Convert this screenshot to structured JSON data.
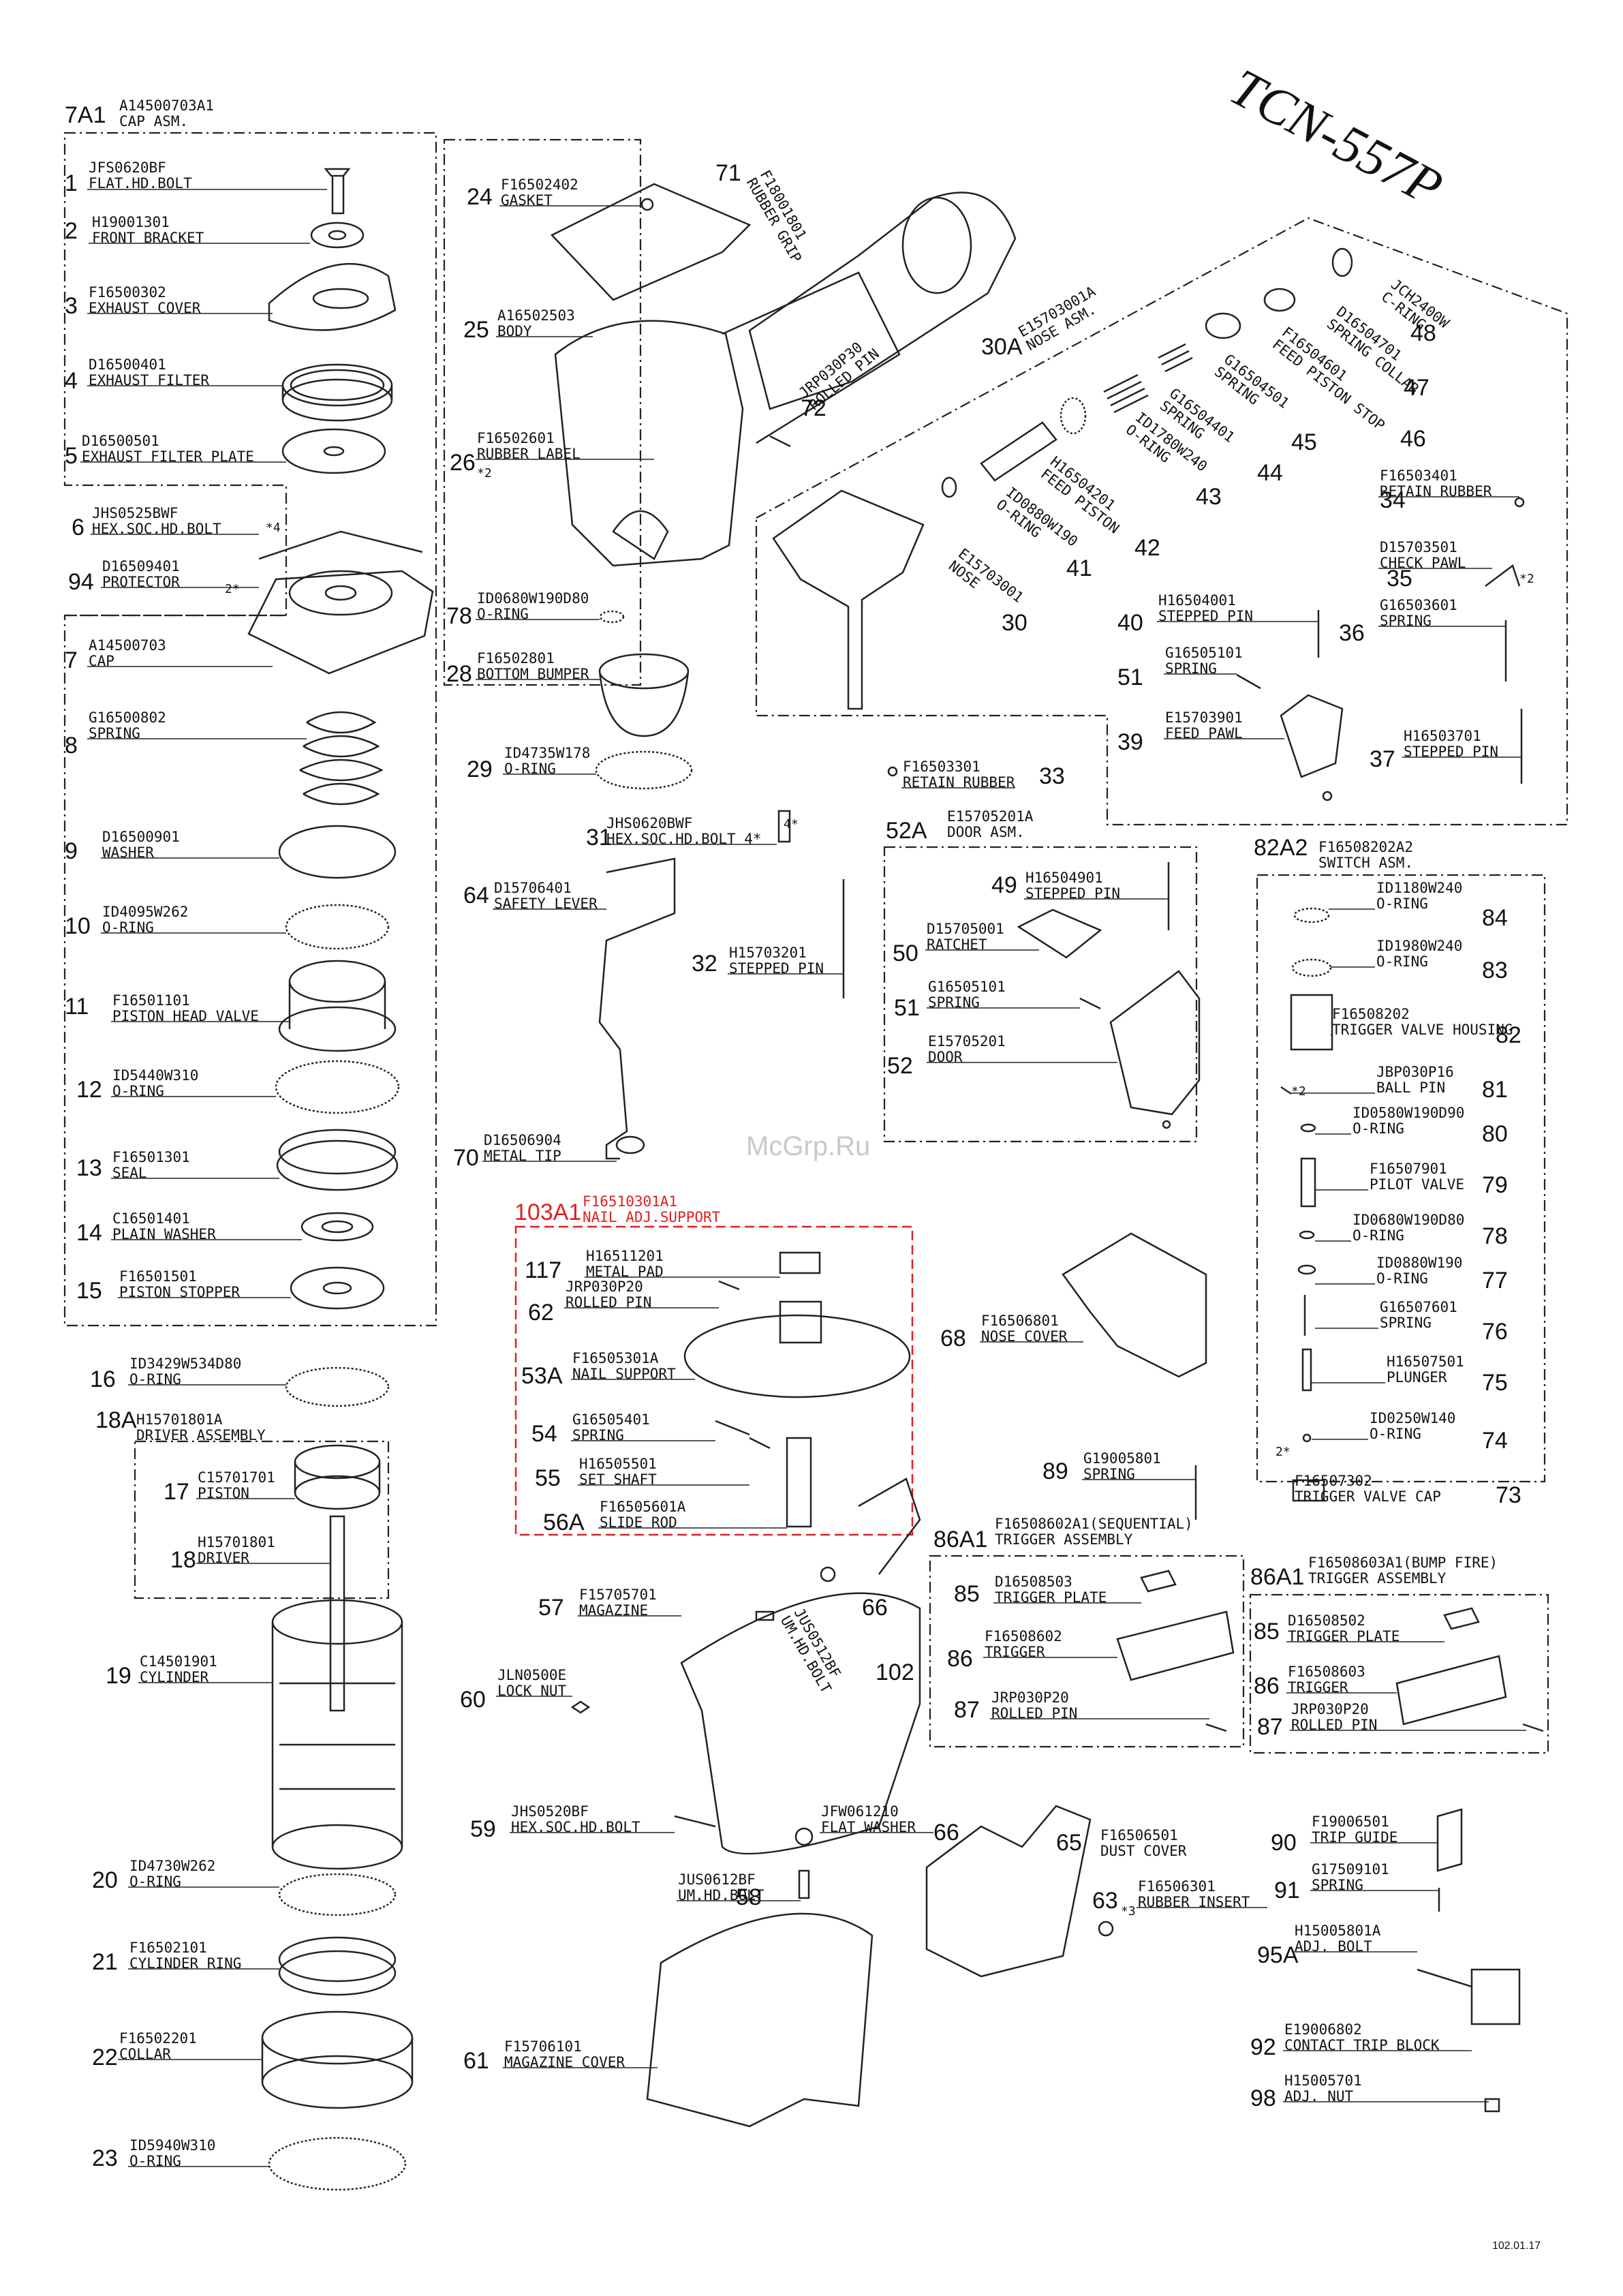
{
  "title": "TCN-557P",
  "watermark": "McGrp.Ru",
  "footer": "102.01.17",
  "parts": [
    {
      "num": "7A1",
      "code": "A14500703A1",
      "name": "CAP ASM."
    },
    {
      "num": "1",
      "code": "JFS0620BF",
      "name": "FLAT.HD.BOLT"
    },
    {
      "num": "2",
      "code": "H19001301",
      "name": "FRONT BRACKET"
    },
    {
      "num": "3",
      "code": "F16500302",
      "name": "EXHAUST COVER"
    },
    {
      "num": "4",
      "code": "D16500401",
      "name": "EXHAUST FILTER"
    },
    {
      "num": "5",
      "code": "D16500501",
      "name": "EXHAUST FILTER PLATE"
    },
    {
      "num": "6",
      "code": "JHS0525BWF",
      "name": "HEX.SOC.HD.BOLT"
    },
    {
      "num": "94",
      "code": "D16509401",
      "name": "PROTECTOR"
    },
    {
      "num": "7",
      "code": "A14500703",
      "name": "CAP"
    },
    {
      "num": "8",
      "code": "G16500802",
      "name": "SPRING"
    },
    {
      "num": "9",
      "code": "D16500901",
      "name": "WASHER"
    },
    {
      "num": "10",
      "code": "ID4095W262",
      "name": "O-RING"
    },
    {
      "num": "11",
      "code": "F16501101",
      "name": "PISTON HEAD VALVE"
    },
    {
      "num": "12",
      "code": "ID5440W310",
      "name": "O-RING"
    },
    {
      "num": "13",
      "code": "F16501301",
      "name": "SEAL"
    },
    {
      "num": "14",
      "code": "C16501401",
      "name": "PLAIN WASHER"
    },
    {
      "num": "15",
      "code": "F16501501",
      "name": "PISTON STOPPER"
    },
    {
      "num": "16",
      "code": "ID3429W534D80",
      "name": "O-RING"
    },
    {
      "num": "18A",
      "code": "H15701801A",
      "name": "DRIVER ASSEMBLY"
    },
    {
      "num": "17",
      "code": "C15701701",
      "name": "PISTON"
    },
    {
      "num": "18",
      "code": "H15701801",
      "name": "DRIVER"
    },
    {
      "num": "19",
      "code": "C14501901",
      "name": "CYLINDER"
    },
    {
      "num": "20",
      "code": "ID4730W262",
      "name": "O-RING"
    },
    {
      "num": "21",
      "code": "F16502101",
      "name": "CYLINDER RING"
    },
    {
      "num": "22",
      "code": "F16502201",
      "name": "COLLAR"
    },
    {
      "num": "23",
      "code": "ID5940W310",
      "name": "O-RING"
    },
    {
      "num": "24",
      "code": "F16502402",
      "name": "GASKET"
    },
    {
      "num": "71",
      "code": "F18001801",
      "name": "RUBBER GRIP"
    },
    {
      "num": "25",
      "code": "A16502503",
      "name": "BODY"
    },
    {
      "num": "72",
      "code": "JRP030P30",
      "name": "ROLLED PIN"
    },
    {
      "num": "26",
      "code": "F16502601",
      "name": "RUBBER LABEL"
    },
    {
      "num": "78",
      "code": "ID0680W190D80",
      "name": "O-RING"
    },
    {
      "num": "28",
      "code": "F16502801",
      "name": "BOTTOM BUMPER"
    },
    {
      "num": "29",
      "code": "ID4735W178",
      "name": "O-RING"
    },
    {
      "num": "31",
      "code": "JHS0620BWF",
      "name": "HEX.SOC.HD.BOLT 4*"
    },
    {
      "num": "64",
      "code": "D15706401",
      "name": "SAFETY LEVER"
    },
    {
      "num": "32",
      "code": "H15703201",
      "name": "STEPPED PIN"
    },
    {
      "num": "70",
      "code": "D16506904",
      "name": "METAL TIP"
    },
    {
      "num": "30A",
      "code": "E15703001A",
      "name": "NOSE ASM."
    },
    {
      "num": "48",
      "code": "JCH2400W",
      "name": "C-RING"
    },
    {
      "num": "47",
      "code": "D16504701",
      "name": "SPRING COLLAR"
    },
    {
      "num": "46",
      "code": "F16504601",
      "name": "FEED PISTON STOP"
    },
    {
      "num": "45",
      "code": "G16504501",
      "name": "SPRING"
    },
    {
      "num": "44",
      "code": "G16504401",
      "name": "SPRING"
    },
    {
      "num": "43",
      "code": "ID1780W240",
      "name": "O-RING"
    },
    {
      "num": "42",
      "code": "H16504201",
      "name": "FEED PISTON"
    },
    {
      "num": "41",
      "code": "ID0880W190",
      "name": "O-RING"
    },
    {
      "num": "30",
      "code": "E15703001",
      "name": "NOSE"
    },
    {
      "num": "34",
      "code": "F16503401",
      "name": "RETAIN RUBBER"
    },
    {
      "num": "35",
      "code": "D15703501",
      "name": "CHECK PAWL"
    },
    {
      "num": "36",
      "code": "G16503601",
      "name": "SPRING"
    },
    {
      "num": "40",
      "code": "H16504001",
      "name": "STEPPED PIN"
    },
    {
      "num": "51",
      "code": "G16505101",
      "name": "SPRING"
    },
    {
      "num": "39",
      "code": "E15703901",
      "name": "FEED PAWL"
    },
    {
      "num": "37",
      "code": "H16503701",
      "name": "STEPPED PIN"
    },
    {
      "num": "33",
      "code": "F16503301",
      "name": "RETAIN RUBBER"
    },
    {
      "num": "52A",
      "code": "E15705201A",
      "name": "DOOR ASM."
    },
    {
      "num": "49",
      "code": "H16504901",
      "name": "STEPPED PIN"
    },
    {
      "num": "50",
      "code": "D15705001",
      "name": "RATCHET"
    },
    {
      "num": "51",
      "code": "G16505101",
      "name": "SPRING"
    },
    {
      "num": "52",
      "code": "E15705201",
      "name": "DOOR"
    },
    {
      "num": "82A2",
      "code": "F16508202A2",
      "name": "SWITCH ASM."
    },
    {
      "num": "84",
      "code": "ID1180W240",
      "name": "O-RING"
    },
    {
      "num": "83",
      "code": "ID1980W240",
      "name": "O-RING"
    },
    {
      "num": "82",
      "code": "F16508202",
      "name": "TRIGGER VALVE HOUSING"
    },
    {
      "num": "81",
      "code": "JBP030P16",
      "name": "BALL PIN"
    },
    {
      "num": "80",
      "code": "ID0580W190D90",
      "name": "O-RING"
    },
    {
      "num": "79",
      "code": "F16507901",
      "name": "PILOT VALVE"
    },
    {
      "num": "78",
      "code": "ID0680W190D80",
      "name": "O-RING"
    },
    {
      "num": "77",
      "code": "ID0880W190",
      "name": "O-RING"
    },
    {
      "num": "76",
      "code": "G16507601",
      "name": "SPRING"
    },
    {
      "num": "75",
      "code": "H16507501",
      "name": "PLUNGER"
    },
    {
      "num": "74",
      "code": "ID0250W140",
      "name": "O-RING"
    },
    {
      "num": "73",
      "code": "F16507302",
      "name": "TRIGGER VALVE CAP"
    },
    {
      "num": "103A1",
      "code": "F16510301A1",
      "name": "NAIL ADJ.SUPPORT"
    },
    {
      "num": "117",
      "code": "H16511201",
      "name": "METAL PAD"
    },
    {
      "num": "62",
      "code": "JRP030P20",
      "name": "ROLLED PIN"
    },
    {
      "num": "53A",
      "code": "F16505301A",
      "name": "NAIL SUPPORT"
    },
    {
      "num": "54",
      "code": "G16505401",
      "name": "SPRING"
    },
    {
      "num": "55",
      "code": "H16505501",
      "name": "SET SHAFT"
    },
    {
      "num": "56A",
      "code": "F16505601A",
      "name": "SLIDE ROD"
    },
    {
      "num": "68",
      "code": "F16506801",
      "name": "NOSE COVER"
    },
    {
      "num": "89",
      "code": "G19005801",
      "name": "SPRING"
    },
    {
      "num": "86A1",
      "code": "F16508602A1(SEQUENTIAL)",
      "name": "TRIGGER ASSEMBLY"
    },
    {
      "num": "85",
      "code": "D16508503",
      "name": "TRIGGER PLATE"
    },
    {
      "num": "86",
      "code": "F16508602",
      "name": "TRIGGER"
    },
    {
      "num": "87",
      "code": "JRP030P20",
      "name": "ROLLED PIN"
    },
    {
      "num": "86A1",
      "code": "F16508603A1(BUMP FIRE)",
      "name": "TRIGGER ASSEMBLY"
    },
    {
      "num": "85",
      "code": "D16508502",
      "name": "TRIGGER PLATE"
    },
    {
      "num": "86",
      "code": "F16508603",
      "name": "TRIGGER"
    },
    {
      "num": "87",
      "code": "JRP030P20",
      "name": "ROLLED PIN"
    },
    {
      "num": "57",
      "code": "F15705701",
      "name": "MAGAZINE"
    },
    {
      "num": "66",
      "code": "",
      "name": ""
    },
    {
      "num": "102",
      "code": "JUS0512BF",
      "name": "UM.HD.BOLT"
    },
    {
      "num": "60",
      "code": "JLN0500E",
      "name": "LOCK NUT"
    },
    {
      "num": "59",
      "code": "JHS0520BF",
      "name": "HEX.SOC.HD.BOLT"
    },
    {
      "num": "66",
      "code": "JFW061210",
      "name": "FLAT WASHER"
    },
    {
      "num": "58",
      "code": "JUS0612BF",
      "name": "UM.HD.BOLT"
    },
    {
      "num": "65",
      "code": "F16506501",
      "name": "DUST COVER"
    },
    {
      "num": "63",
      "code": "F16506301",
      "name": "RUBBER INSERT"
    },
    {
      "num": "61",
      "code": "F15706101",
      "name": "MAGAZINE COVER"
    },
    {
      "num": "90",
      "code": "F19006501",
      "name": "TRIP GUIDE"
    },
    {
      "num": "91",
      "code": "G17509101",
      "name": "SPRING"
    },
    {
      "num": "95A",
      "code": "H15005801A",
      "name": "ADJ. BOLT"
    },
    {
      "num": "92",
      "code": "E19006802",
      "name": "CONTACT TRIP BLOCK"
    },
    {
      "num": "98",
      "code": "H15005701",
      "name": "ADJ. NUT"
    }
  ],
  "notes": [
    "*2",
    "*4",
    "2*",
    "*3",
    "4*",
    "*2",
    "*2",
    "2*"
  ]
}
